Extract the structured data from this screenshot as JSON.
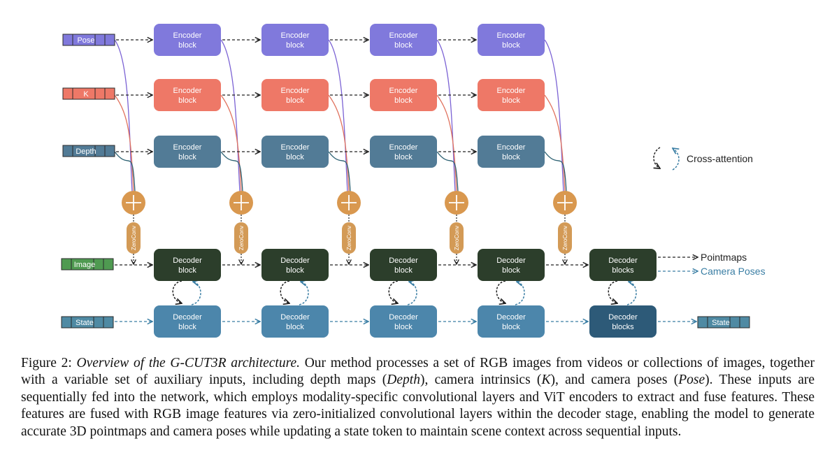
{
  "colors": {
    "pose": "#8079dc",
    "k": "#ee7867",
    "depth": "#527b96",
    "image_input": "#4f9a51",
    "state_input": "#4f8aa3",
    "dec_dark": "#2c3e2b",
    "dec_state": "#4c86ab",
    "dec_state_last": "#2d5a78",
    "add_node": "#d9984f",
    "zeroconv": "#d39a56",
    "pose_line": "#7b62d4",
    "k_line": "#e0725e",
    "depth_line": "#2e6273",
    "state_arrow": "#3a7ea4",
    "camera_poses_text": "#3a7ea4"
  },
  "inputs": {
    "pose": "Pose",
    "k": "K",
    "depth": "Depth",
    "image": "Image",
    "state_in": "State",
    "state_out": "State"
  },
  "blocks": {
    "encoder": [
      "Encoder",
      "block"
    ],
    "decoder": [
      "Decoder",
      "block"
    ],
    "decoder_last": [
      "Decoder",
      "blocks"
    ]
  },
  "zeroconv_label": "ZeroConv",
  "outputs": {
    "pointmaps": "Pointmaps",
    "camera_poses": "Camera Poses"
  },
  "legend": {
    "cross_attention": "Cross-attention",
    "icon": "cross-attention-icon"
  },
  "caption": {
    "prefix": "Figure 2: ",
    "title": "Overview of the G-CUT3R architecture.",
    "t1": " Our method processes a set of RGB images from videos or collections of images, together with a variable set of auxiliary inputs, including depth maps (",
    "depth_term": "Depth",
    "t2": "), camera intrinsics (",
    "k_term": "K",
    "t3": "), and camera poses (",
    "pose_term": "Pose",
    "t4": "). These inputs are sequentially fed into the network, which employs modality-specific convolutional layers and ViT encoders to extract and fuse features. These features are fused with RGB image features via zero-initialized convolutional layers within the decoder stage, enabling the model to generate accurate 3D pointmaps and camera poses while updating a state token to maintain scene context across sequential inputs."
  }
}
